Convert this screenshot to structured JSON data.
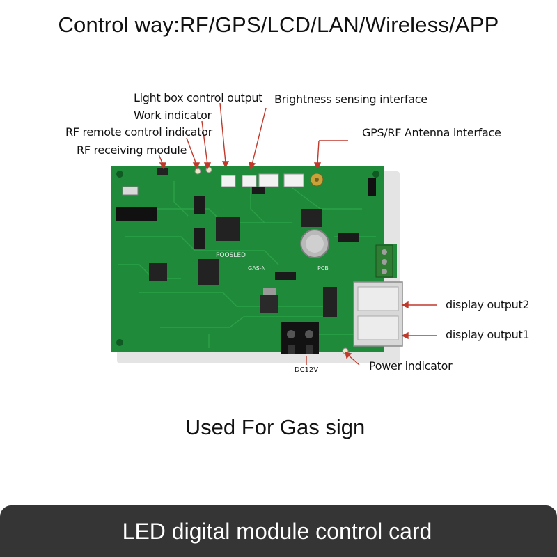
{
  "headline": "Control way:RF/GPS/LCD/LAN/Wireless/APP",
  "subtitle": "Used For Gas sign",
  "footer": "LED digital module control card",
  "board": {
    "silkscreen_brand": "POOSLED",
    "silkscreen_part": "GAS-N",
    "silkscreen_pcb": "PCB",
    "power_label": "DC12V"
  },
  "callouts": {
    "light_box_control_output": "Light box control output",
    "work_indicator": "Work indicator",
    "rf_remote_control_indicator": "RF remote control indicator",
    "rf_receiving_module": "RF receiving module",
    "brightness_sensing_interface": "Brightness sensing interface",
    "gps_rf_antenna_interface": "GPS/RF Antenna interface",
    "display_output2": "display output2",
    "display_output1": "display output1",
    "power_indicator": "Power indicator"
  },
  "colors": {
    "pcb": "#1f8a3a",
    "pcb_dark": "#176e2d",
    "arrow": "#c0392b",
    "footer_bg": "#353535"
  }
}
